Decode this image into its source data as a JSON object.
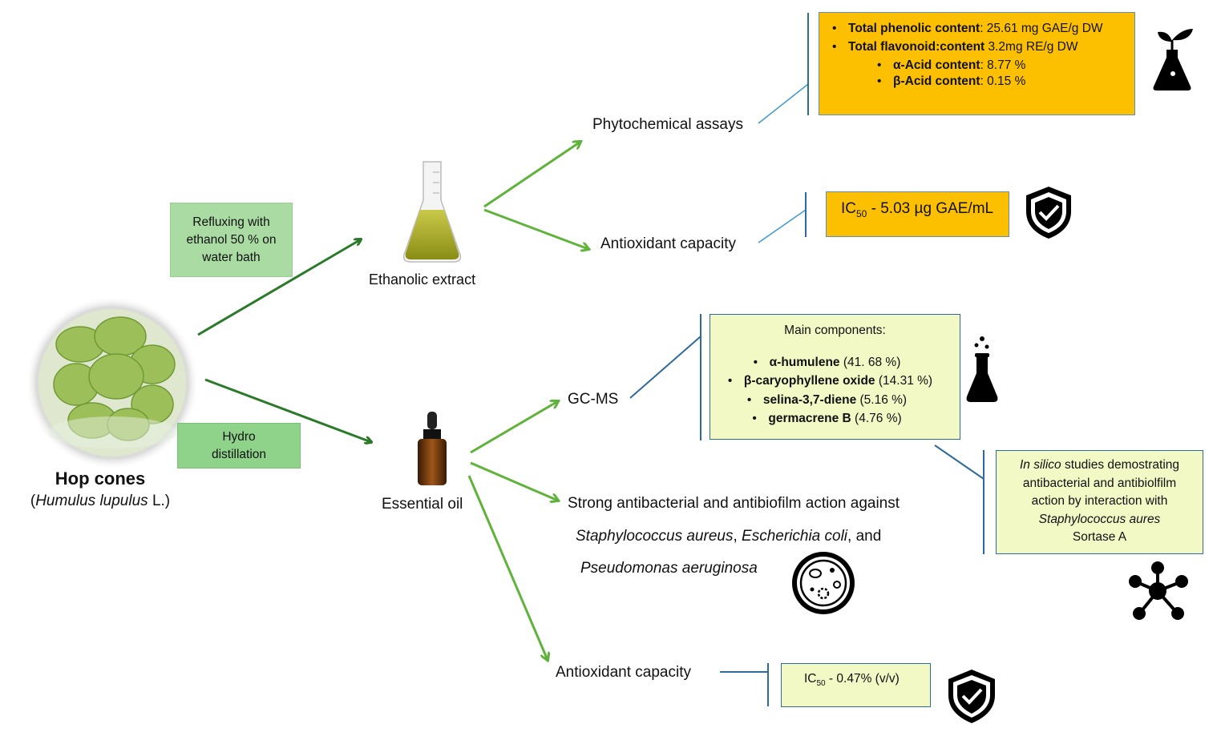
{
  "source": {
    "title": "Hop cones",
    "subtitle_open": "(",
    "subtitle_species": "Humulus lupulus",
    "subtitle_close": " L.)"
  },
  "steps": {
    "reflux": "Refluxing with ethanol 50 % on water bath",
    "hydro": "Hydro distillation"
  },
  "products": {
    "extract": "Ethanolic extract",
    "oil": "Essential oil"
  },
  "assays": {
    "phyto": "Phytochemical assays",
    "antiox_extract": "Antioxidant capacity",
    "gcms": "GC-MS",
    "antibac_line1": "Strong antibacterial and antibiofilm action against",
    "antibac_sp1": "Staphylococcus aureus",
    "antibac_sep1": ", ",
    "antibac_sp2": "Escherichia coli",
    "antibac_sep2": ", and",
    "antibac_sp3": "Pseudomonas aeruginosa",
    "antiox_oil": "Antioxidant capacity"
  },
  "phyto_results": [
    {
      "label": "Total phenolic content",
      "value": ": 25.61 mg GAE/g DW"
    },
    {
      "label": "Total flavonoid:content",
      "value": " 3.2mg RE/g DW"
    },
    {
      "label": "α-Acid content",
      "value": ": 8.77 %"
    },
    {
      "label": "β-Acid content",
      "value": ": 0.15 %"
    }
  ],
  "ic50_extract": {
    "prefix": "IC",
    "sub": "50",
    "value": " - 5.03 µg GAE/mL"
  },
  "ic50_oil": {
    "prefix": "IC",
    "sub": "50",
    "value": " - 0.47% (v/v)"
  },
  "gcms_results": {
    "heading": "Main components:",
    "items": [
      {
        "name": "α-humulene",
        "value": " (41. 68 %)"
      },
      {
        "name": "β-caryophyllene oxide",
        "value": " (14.31 %)"
      },
      {
        "name": "selina-3,7-diene",
        "value": " (5.16 %)"
      },
      {
        "name": "germacrene B",
        "value": " (4.76 %)"
      }
    ]
  },
  "insilico": {
    "italic1": "In silico",
    "text1": " studies demostrating",
    "text2": "antibacterial and antibiolfilm",
    "text3": "action by interaction with",
    "italic2": "Staphylococcus aures",
    "text4": "Sortase A"
  },
  "colors": {
    "dark_green_arrow": "#2a7a2a",
    "light_green_arrow": "#5fb33a",
    "orange_box": "#fdc000",
    "yellow_box": "#f2f9c5",
    "blue_connector": "#2e6a9b",
    "light_blue_connector": "#3d9ad1"
  },
  "icons": [
    "plant-flask-icon",
    "shield-check-icon",
    "bubbling-flask-icon",
    "bacteria-dish-icon",
    "molecule-network-icon",
    "erlenmeyer-flask-image",
    "dropper-bottle-image",
    "hop-bowl-image"
  ]
}
